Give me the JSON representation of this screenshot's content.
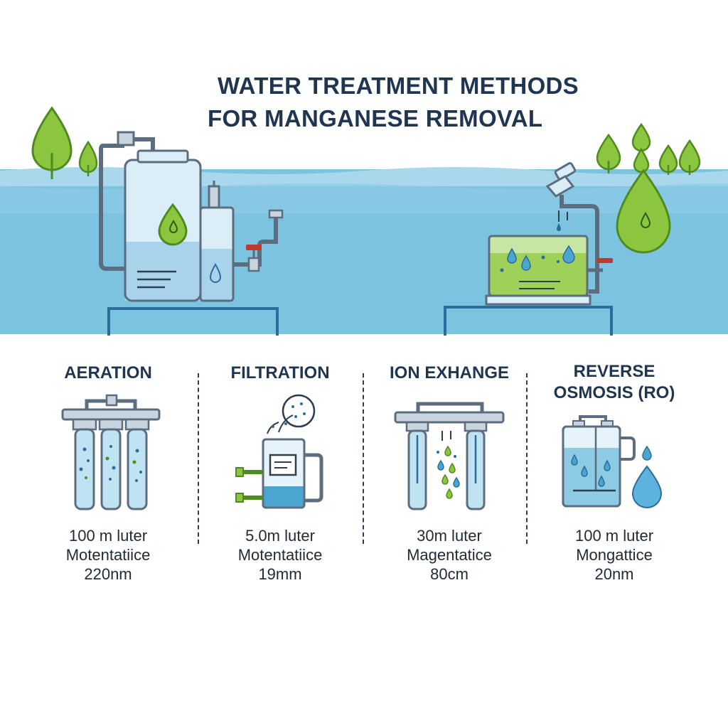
{
  "title": {
    "line1": "WATER TREATMENT METHODS",
    "line2": "FOR MANGANESE REMOVAL"
  },
  "colors": {
    "water": "#7cc3e0",
    "water_dark": "#4aa6d1",
    "navy": "#1f3550",
    "green": "#8cc63f",
    "green_dark": "#4f8a20",
    "tank": "#dbeef7",
    "valve": "#c0392b"
  },
  "methods": [
    {
      "name": "AERATION",
      "stat1": "100 m luter",
      "stat2": "Motentatiice",
      "stat3": "220nm",
      "icon": "aeration-filter-cartridges-icon"
    },
    {
      "name": "FILTRATION",
      "stat1": "5.0m luter",
      "stat2": "Motentatiice",
      "stat3": "19mm",
      "icon": "filtration-unit-icon"
    },
    {
      "name": "ION EXHANGE",
      "stat1": "30m luter",
      "stat2": "Magentatice",
      "stat3": "80cm",
      "icon": "ion-exchange-columns-icon"
    },
    {
      "name_line1": "REVERSE",
      "name_line2": "OSMOSIS (RO)",
      "stat1": "100 m luter",
      "stat2": "Mongattice",
      "stat3": "20nm",
      "icon": "reverse-osmosis-unit-icon"
    }
  ]
}
